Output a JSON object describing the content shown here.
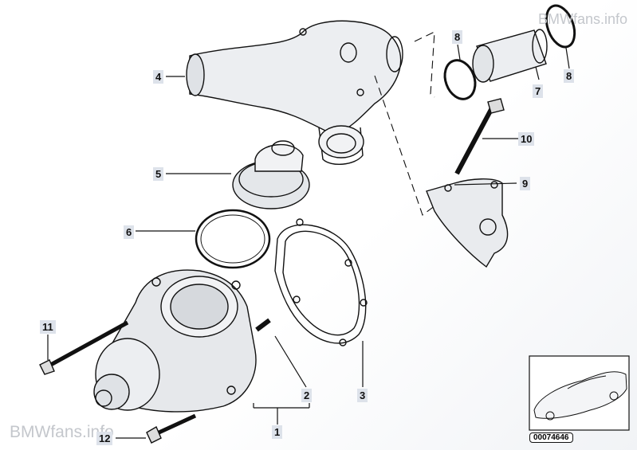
{
  "watermark": {
    "top": "BMWfans.info",
    "bottom": "BMWfans.info"
  },
  "part_number": "00074646",
  "callouts": [
    {
      "id": "1",
      "label": "1"
    },
    {
      "id": "2",
      "label": "2"
    },
    {
      "id": "3",
      "label": "3"
    },
    {
      "id": "4",
      "label": "4"
    },
    {
      "id": "5",
      "label": "5"
    },
    {
      "id": "6",
      "label": "6"
    },
    {
      "id": "7",
      "label": "7"
    },
    {
      "id": "8a",
      "label": "8"
    },
    {
      "id": "8b",
      "label": "8"
    },
    {
      "id": "9",
      "label": "9"
    },
    {
      "id": "10",
      "label": "10"
    },
    {
      "id": "11",
      "label": "11"
    },
    {
      "id": "12",
      "label": "12"
    }
  ],
  "colors": {
    "line": "#111111",
    "label_bg": "#dde2ea",
    "part_fill": "#e7e9ec"
  }
}
